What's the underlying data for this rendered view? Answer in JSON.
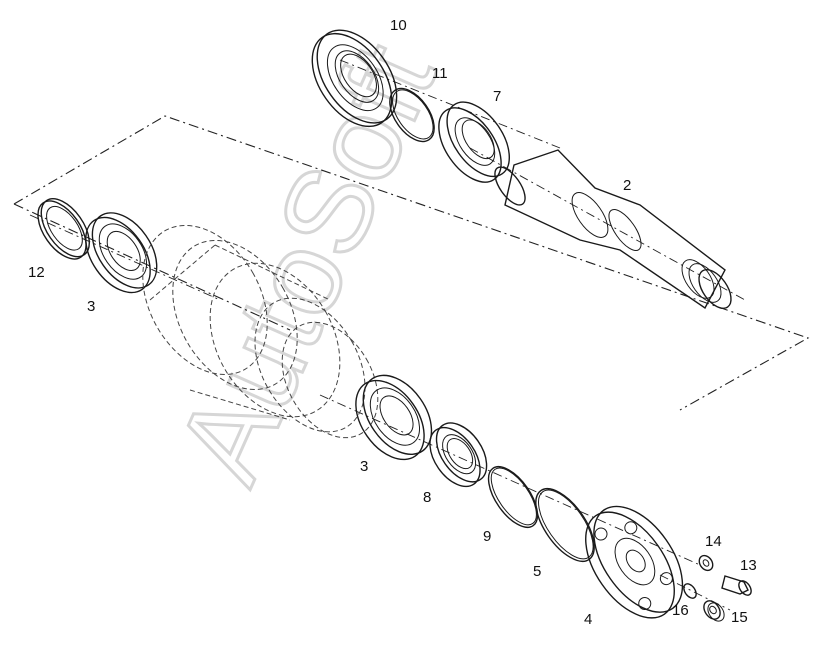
{
  "watermark": "AutoSoft",
  "callouts": {
    "p10": "10",
    "p11": "11",
    "p7": "7",
    "p2": "2",
    "p12": "12",
    "p3a": "3",
    "p3b": "3",
    "p8": "8",
    "p9": "9",
    "p5": "5",
    "p4": "4",
    "p14": "14",
    "p13": "13",
    "p16": "16",
    "p15": "15"
  },
  "colors": {
    "line": "#1a1a1a",
    "watermark": "#d6d6d6"
  }
}
